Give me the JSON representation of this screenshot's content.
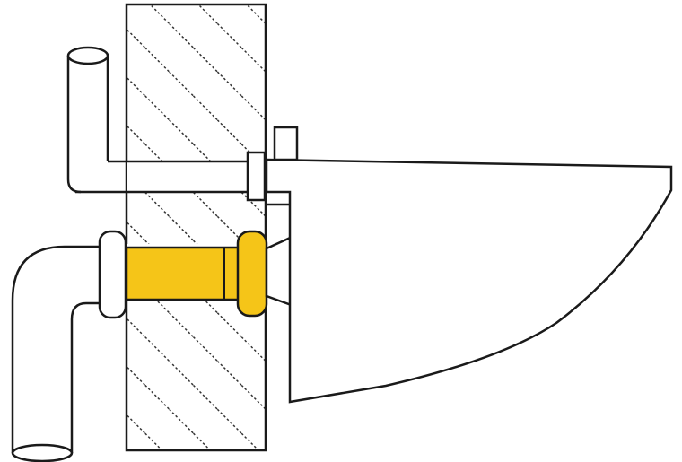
{
  "diagram": {
    "kind": "technical cross-section line drawing",
    "labels": [],
    "colors": {
      "outline": "#1a1a1a",
      "background": "#ffffff",
      "wall_hatch": "#333333",
      "highlight_fill": "#f5c518",
      "highlight_stroke": "#c99a00"
    },
    "parts": [
      "wall-section",
      "supply-pipe",
      "drain-pipe",
      "wall-connector-sleeve",
      "sink-basin",
      "mounting-bracket",
      "tap-stub"
    ]
  }
}
